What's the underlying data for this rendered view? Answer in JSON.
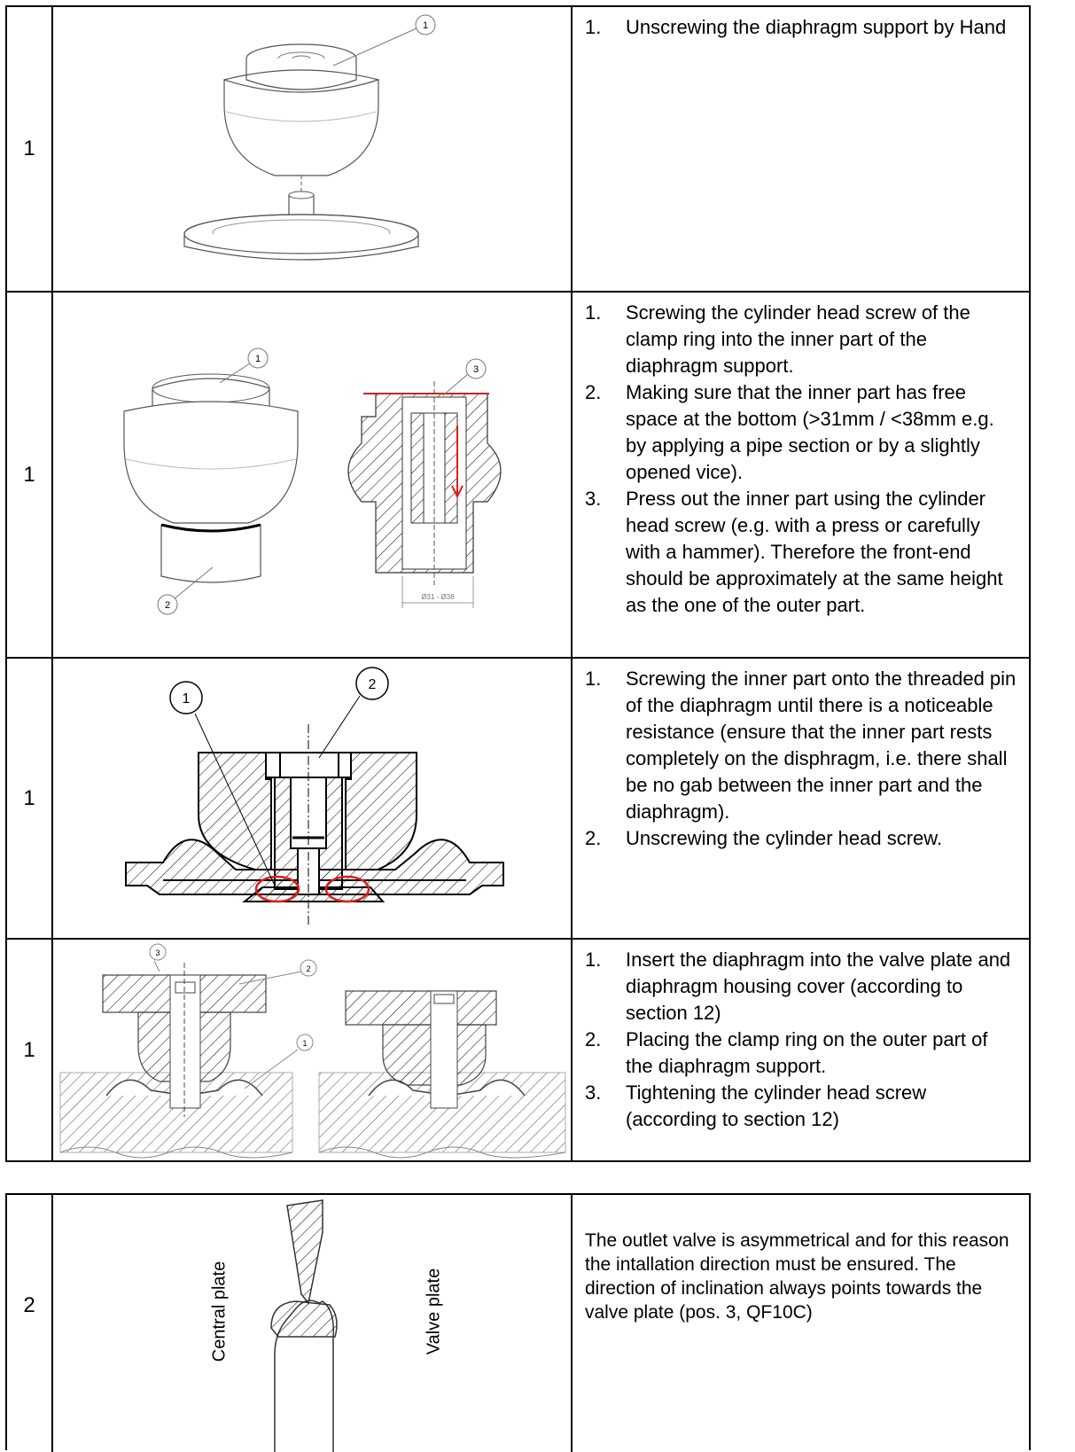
{
  "table1": {
    "rows": [
      {
        "number": "1",
        "callouts": [
          "1"
        ],
        "steps": [
          {
            "n": "1.",
            "text": "Unscrewing the diaphragm support by Hand"
          }
        ]
      },
      {
        "number": "1",
        "callouts": [
          "1",
          "2",
          "3"
        ],
        "dimension": "Ø31 - Ø38",
        "steps": [
          {
            "n": "1.",
            "text": "Screwing the cylinder head screw of the clamp ring into the inner part of the diaphragm support."
          },
          {
            "n": "2.",
            "text": "Making sure that the inner part has free space at the bottom (>31mm / <38mm e.g. by applying a pipe section or by a slightly opened vice)."
          },
          {
            "n": "3.",
            "text": "Press out the inner part using the cylinder head screw (e.g. with a press or carefully with a hammer). Therefore the front-end should be approximately at the same height as the one of the outer part."
          }
        ]
      },
      {
        "number": "1",
        "callouts": [
          "1",
          "2"
        ],
        "steps": [
          {
            "n": "1.",
            "text": "Screwing the inner part onto the threaded pin of the diaphragm until there is a noticeable resistance (ensure that the inner part rests completely on the disphragm, i.e. there shall be no gab between the inner part and the diaphragm)."
          },
          {
            "n": "2.",
            "text": "Unscrewing the cylinder head screw."
          }
        ]
      },
      {
        "number": "1",
        "callouts": [
          "3",
          "2",
          "1"
        ],
        "steps": [
          {
            "n": "1.",
            "text": "Insert the diaphragm into the valve plate and diaphragm housing cover (according to section 12)"
          },
          {
            "n": "2.",
            "text": "Placing the clamp ring on the outer part of the diaphragm support."
          },
          {
            "n": "3.",
            "text": "Tightening the cylinder head screw (according to section 12)"
          }
        ]
      }
    ]
  },
  "table2": {
    "number": "2",
    "label_left": "Central plate",
    "label_right": "Valve plate",
    "text": "The outlet valve is asymmetrical and for this reason the intallation direction must be ensured. The direction of inclination always points towards the valve plate (pos. 3, QF10C)"
  },
  "colors": {
    "border": "#000000",
    "highlight": "#e01b1b"
  }
}
